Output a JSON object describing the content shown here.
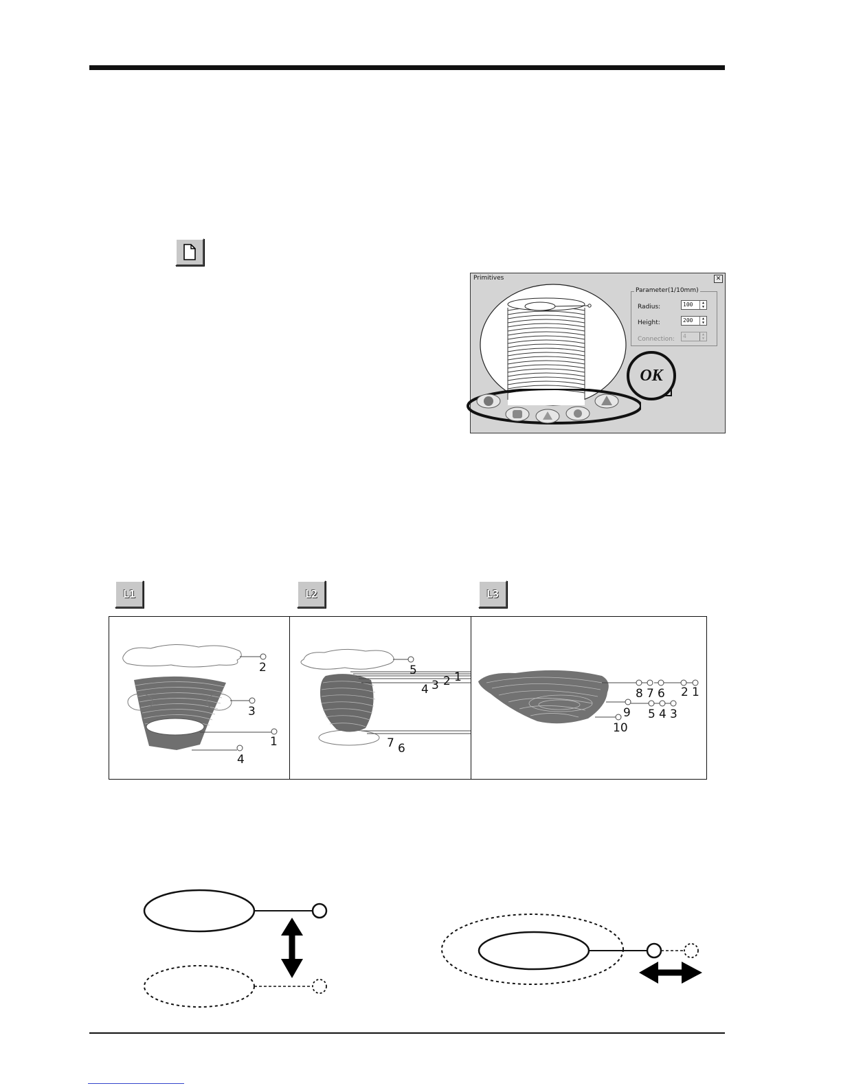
{
  "new_icon": "new-document-icon",
  "dialog": {
    "title": "Primitives",
    "close": "✕",
    "group_title": "Parameter(1/10mm)",
    "radius_label": "Radius:",
    "radius_value": "100",
    "height_label": "Height:",
    "height_value": "200",
    "connection_label": "Connection:",
    "connection_value": "4",
    "ok_label": "OK",
    "shapes": [
      "sphere",
      "cylinder",
      "cone",
      "sphere-small",
      "pyramid"
    ]
  },
  "levels": [
    {
      "label": "L1"
    },
    {
      "label": "L2"
    },
    {
      "label": "L3"
    }
  ],
  "panel1": {
    "labels": [
      "2",
      "3",
      "1",
      "4"
    ]
  },
  "panel2": {
    "labels": [
      "5",
      "4",
      "3",
      "2",
      "1",
      "7",
      "6"
    ]
  },
  "panel3": {
    "labels": [
      "8",
      "7",
      "6",
      "2",
      "1",
      "9",
      "5",
      "4",
      "3",
      "10"
    ]
  }
}
